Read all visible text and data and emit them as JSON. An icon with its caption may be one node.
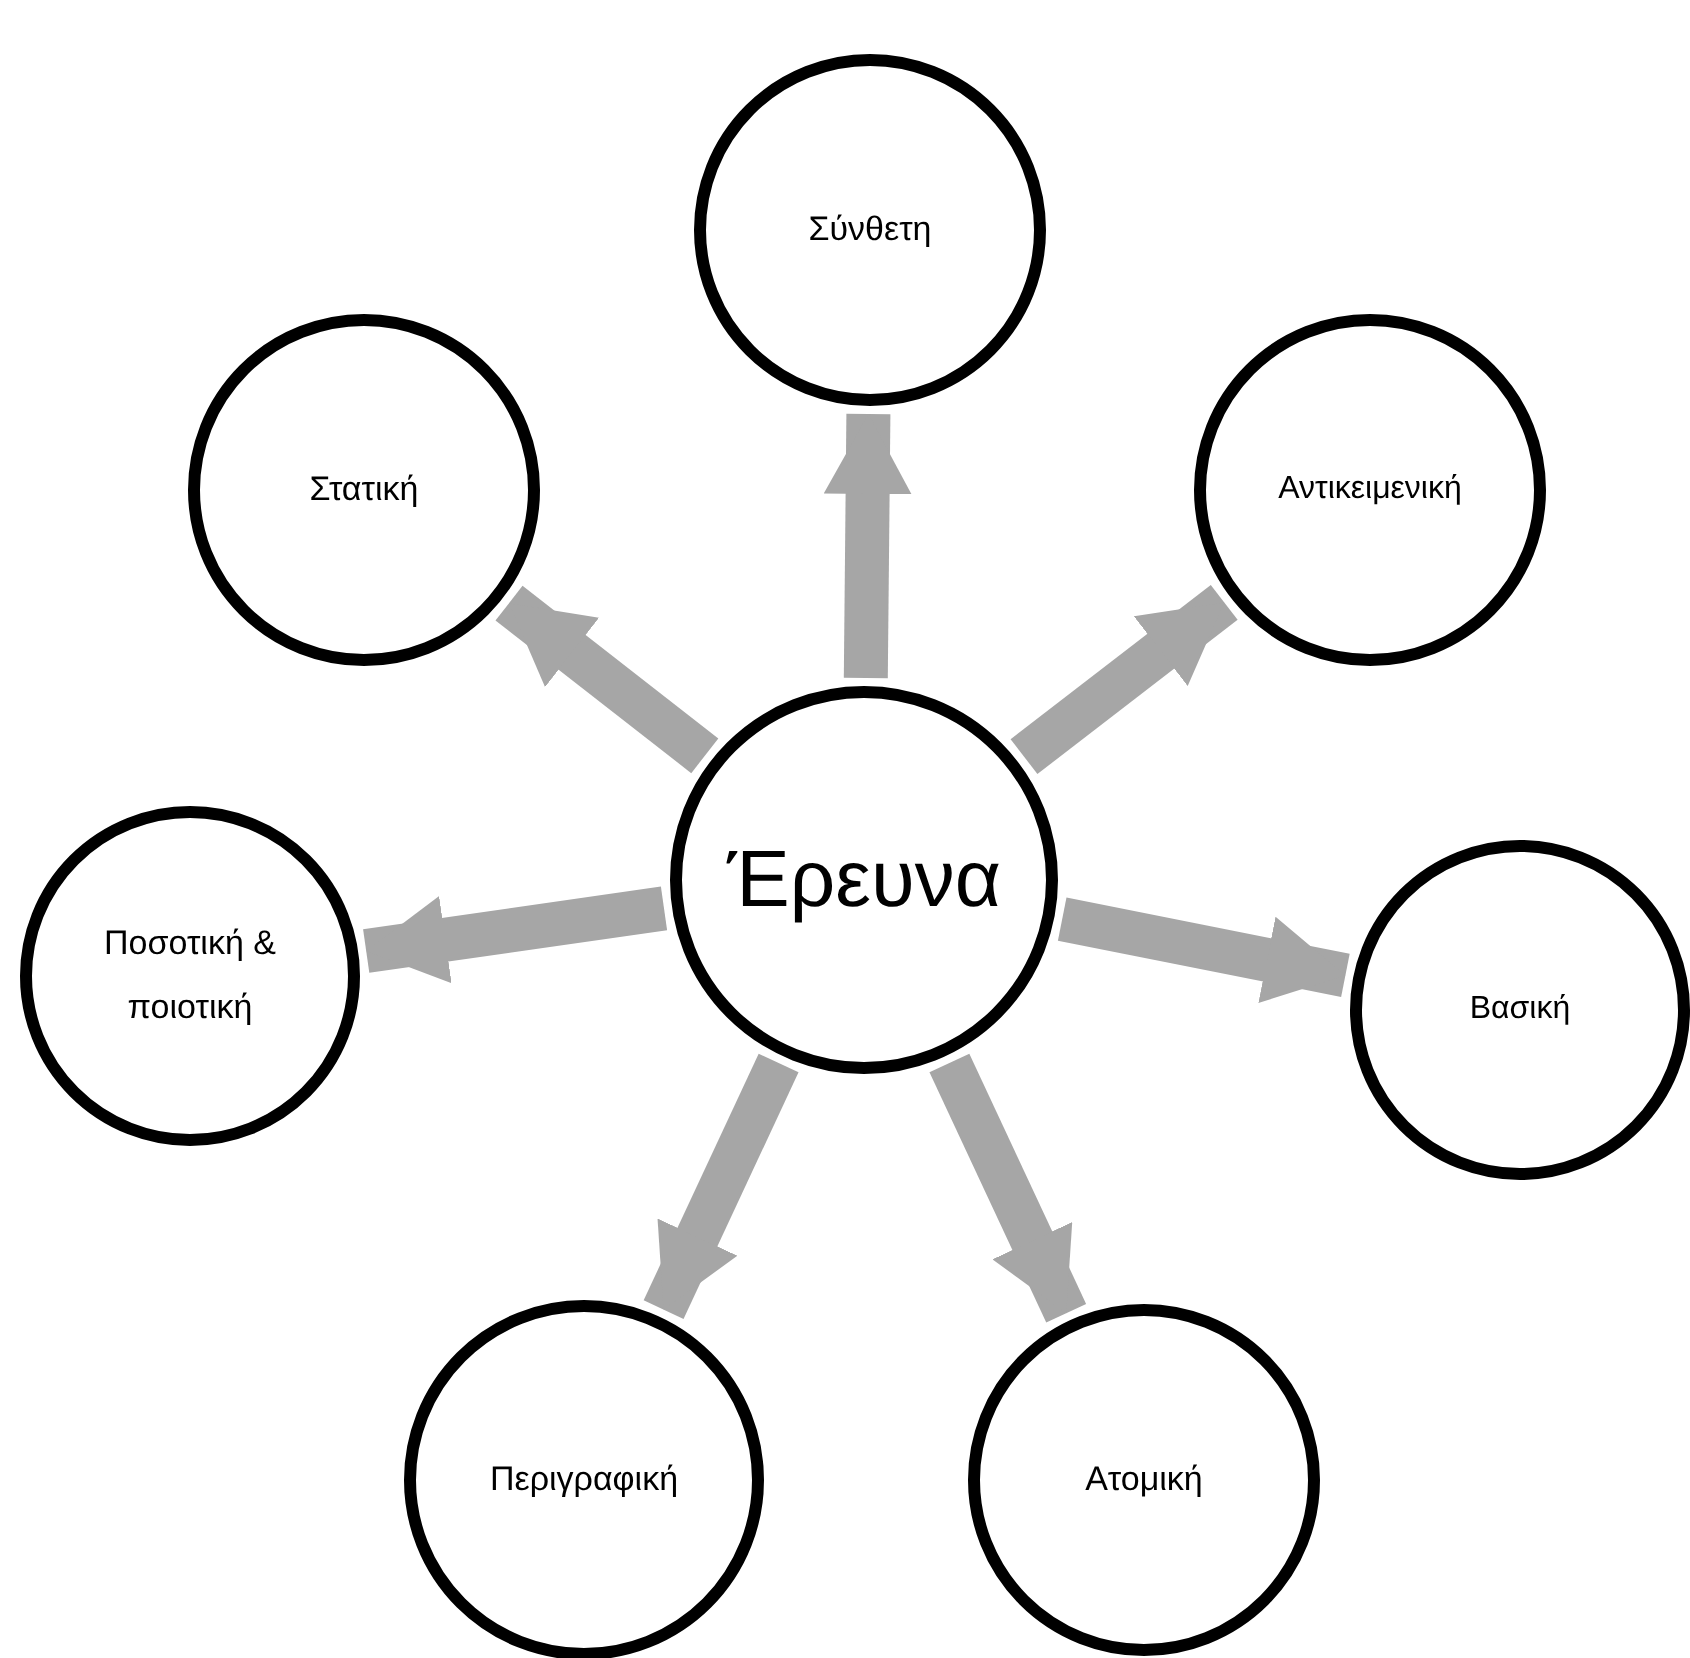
{
  "diagram": {
    "nodes": [
      {
        "text": [
          "Έρευνα"
        ]
      },
      {
        "text": [
          "Σύνθετη"
        ]
      },
      {
        "text": [
          "Αντικειμενική"
        ]
      },
      {
        "text": [
          "Βασική"
        ]
      },
      {
        "text": [
          "Ατομική"
        ]
      },
      {
        "text": [
          "Περιγραφική"
        ]
      },
      {
        "text": [
          "Ποσοτική & ποιοτική"
        ]
      },
      {
        "text": [
          "Στατική"
        ]
      }
    ],
    "edges": [
      {
        "from": 0,
        "to": 1,
        "arrow": "to"
      },
      {
        "from": 0,
        "to": 2,
        "arrow": "to"
      },
      {
        "from": 0,
        "to": 3,
        "arrow": "to"
      },
      {
        "from": 0,
        "to": 4,
        "arrow": "to"
      },
      {
        "from": 0,
        "to": 5,
        "arrow": "to"
      },
      {
        "from": 0,
        "to": 6,
        "arrow": "to"
      },
      {
        "from": 0,
        "to": 7,
        "arrow": "to"
      }
    ]
  }
}
